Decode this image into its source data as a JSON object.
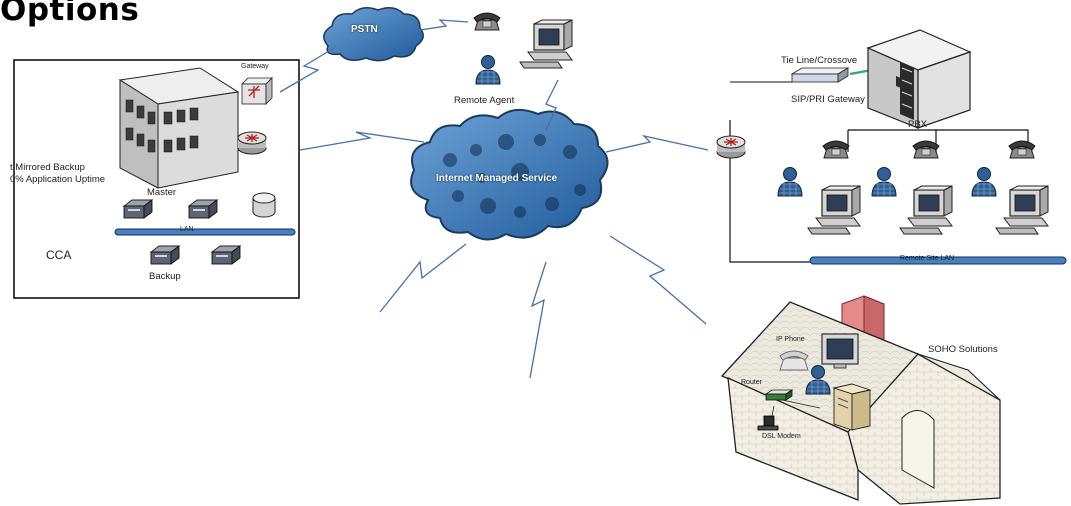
{
  "title": "Options",
  "labels": {
    "pstn": "PSTN",
    "remote_agent": "Remote Agent",
    "gateway": "Gateway",
    "mirrored_backup": "t Mirrored Backup",
    "uptime": "0% Application Uptime",
    "master": "Master",
    "backup": "Backup",
    "lan": "LAN",
    "cca": "CCA",
    "internet": "Internet Managed Service",
    "tie_line": "Tie Line/Crossove",
    "sip_gateway": "SIP/PRI Gateway",
    "pbx": "PBX",
    "remote_lan": "Remote Site LAN",
    "soho": "SOHO Solutions",
    "ip_phone": "IP Phone",
    "router": "Router",
    "dsl_modem": "DSL Modem"
  },
  "colors": {
    "cloud_fill": "#3d7cbf",
    "cloud_outline": "#1b3a5c",
    "lan_bar": "#4a7fbf",
    "bolt": "#4a6fa8",
    "building": "#d9d9d9",
    "roof": "#e9e6dd",
    "chimney": "#e58a8a",
    "house_wall": "#f2efe6"
  },
  "icons": [
    "lightning-link-icon",
    "telephone-icon",
    "workstation-icon",
    "agent-icon",
    "server-icon",
    "router-icon",
    "pbx-cabinet-icon",
    "database-icon"
  ]
}
